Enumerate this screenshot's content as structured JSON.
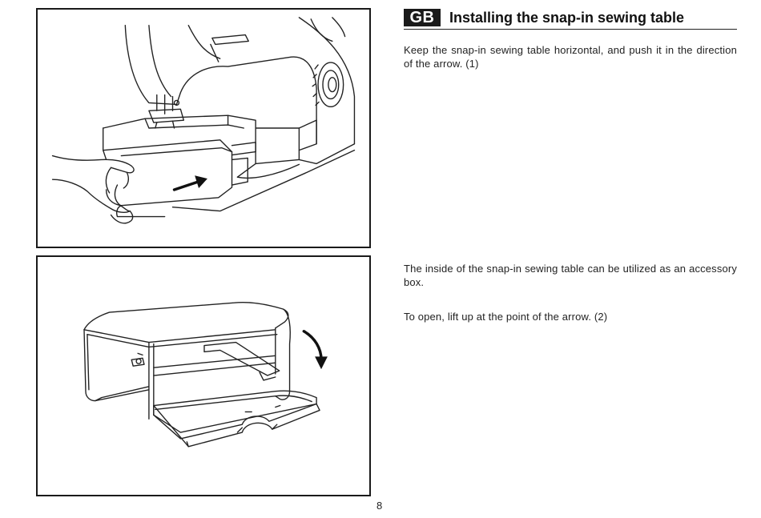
{
  "header": {
    "lang_badge": "GB",
    "title": "Installing the snap-in sewing table"
  },
  "body": {
    "para1": "Keep the snap-in sewing table horizontal, and push it in the direction of the arrow. (1)",
    "para2": "The inside of the snap-in sewing table can be utilized as an accessory box.",
    "para3": "To open, lift up at the point of the arrow. (2)"
  },
  "footer": {
    "page_number": "8"
  }
}
